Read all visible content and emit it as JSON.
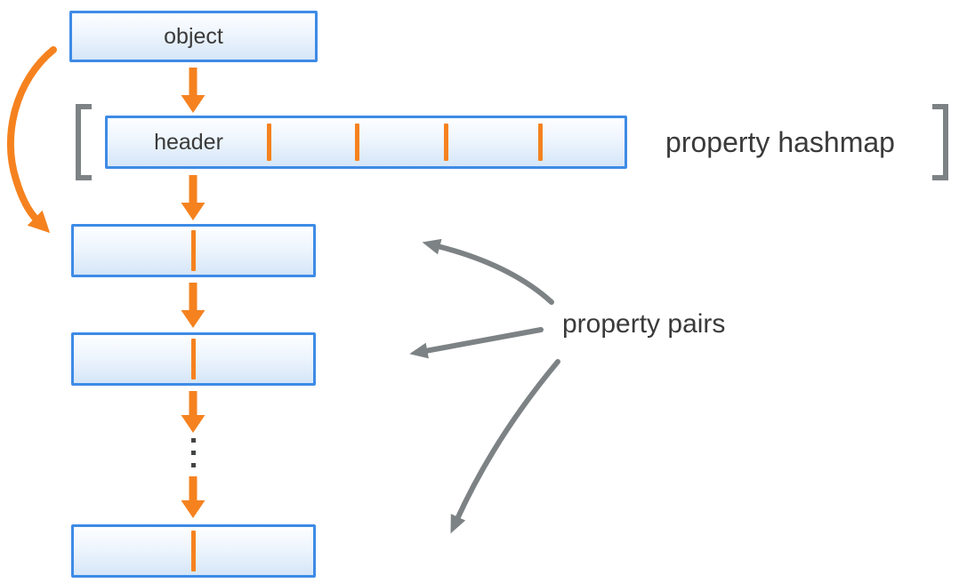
{
  "diagram": {
    "object_box": {
      "label": "object"
    },
    "hashmap": {
      "header_label": "header",
      "label": "property hashmap",
      "divider_count": 4,
      "bracketed": true
    },
    "property_pairs": {
      "label": "property pairs",
      "box_count": 3,
      "pointer_arrow_count": 3
    },
    "icons": {
      "flow_arrow": "down-arrow",
      "curved_reference_arrow": "curved-down-arrow",
      "vertical_ellipsis": "three-vertical-dots",
      "brackets": "square-brackets"
    },
    "colors": {
      "accent_orange": "#F5821F",
      "box_border_blue": "#3E8BE6",
      "box_fill_top": "#FDFEFF",
      "box_fill_bottom": "#D5E6F8",
      "annotation_gray": "#7D8285",
      "text_dark": "#3A3A3A"
    }
  }
}
